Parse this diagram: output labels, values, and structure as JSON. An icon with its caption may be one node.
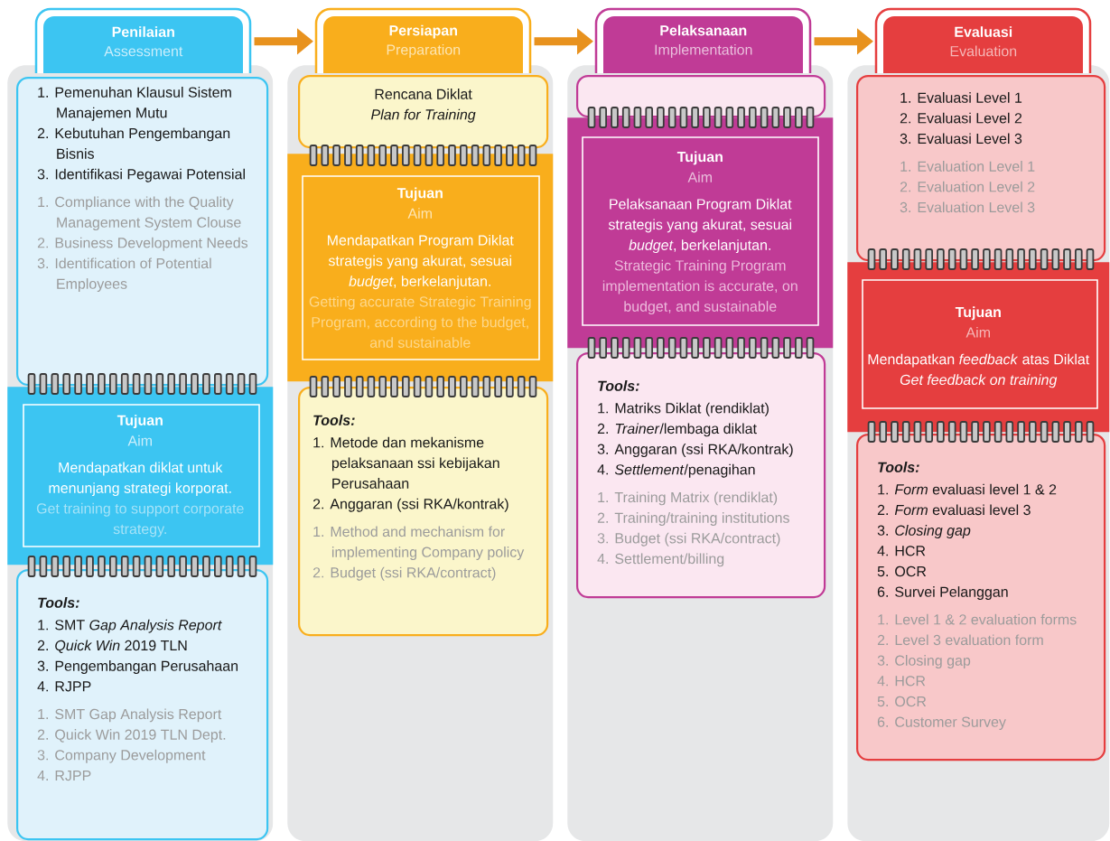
{
  "diagram": {
    "nodes": [
      {
        "text": [
          "Penilaian",
          "Assessment"
        ]
      },
      {
        "text": [],
        "shape": "box"
      },
      {
        "text": [
          "1. Pemenuhan Klausul Sistem Manajemen Mutu",
          "2. Kebutuhan Pengembangan Bisnis",
          "3. Identifikasi Pegawai Potensial",
          "1. Compliance with the Quality Management System Clouse",
          "2. Business Development Needs",
          "3. Identification of Potential Employees"
        ],
        "in": 1
      },
      {
        "text": [
          "Tujuan",
          "Aim",
          "Mendapatkan diklat untuk menunjang strategi korporat.",
          "Get training to support corporate strategy."
        ],
        "in": 1
      },
      {
        "text": [
          "Tools:",
          "1. SMT *Gap Analysis Report*",
          "2. *Quick Win* 2019 TLN",
          "3. Pengembangan Perusahaan",
          "4. RJPP",
          "1. SMT Gap Analysis Report",
          "2. Quick Win 2019 TLN Dept.",
          "3. Company Development",
          "4. RJPP"
        ],
        "in": 1
      },
      {
        "text": [
          "Persiapan",
          "Preparation"
        ]
      },
      {
        "text": [],
        "shape": "box"
      },
      {
        "text": [
          "Rencana Diklat",
          "Plan for Training"
        ],
        "in": 6
      },
      {
        "text": [
          "Tujuan",
          "Aim",
          "Mendapatkan Program Diklat strategis yang akurat, sesuai *budget*, berkelanjutan.",
          "Getting accurate Strategic Training Program, according to the budget, and sustainable"
        ],
        "in": 6
      },
      {
        "text": [
          "Tools:",
          "1. Metode dan mekanisme pelaksanaan ssi kebijakan Perusahaan",
          "2. Anggaran (ssi RKA/kontrak)",
          "1. Method and mechanism for implementing Company policy",
          "2. Budget (ssi RKA/contract)"
        ],
        "in": 6
      },
      {
        "text": [
          "Pelaksanaan",
          "Implementation"
        ]
      },
      {
        "text": [],
        "shape": "box"
      },
      {
        "text": [],
        "shape": "box",
        "in": 11
      },
      {
        "text": [
          "Tujuan",
          "Aim",
          "Pelaksanaan Program Diklat strategis yang akurat, sesuai *budget*, berkelanjutan.",
          "Strategic Training Program implementation is accurate, on budget, and sustainable"
        ],
        "in": 11
      },
      {
        "text": [
          "Tools:",
          "1. Matriks Diklat (rendiklat)",
          "2. *Trainer*/lembaga diklat",
          "3. Anggaran (ssi RKA/kontrak)",
          "4. *Settlement*/penagihan",
          "1. Training Matrix (rendiklat)",
          "2. Training/training institutions",
          "3. Budget (ssi RKA/contract)",
          "4. Settlement/billing"
        ],
        "in": 11
      },
      {
        "text": [
          "Evaluasi",
          "Evaluation"
        ]
      },
      {
        "text": [],
        "shape": "box"
      },
      {
        "text": [
          "1. Evaluasi Level 1",
          "2. Evaluasi Level 2",
          "3. Evaluasi Level 3",
          "1. Evaluation Level 1",
          "2. Evaluation Level 2",
          "3. Evaluation Level 3"
        ],
        "in": 16
      },
      {
        "text": [
          "Tujuan",
          "Aim",
          "Mendapatkan *feedback* atas Diklat",
          "Get feedback on training"
        ],
        "in": 16
      },
      {
        "text": [
          "Tools:",
          "1. *Form* evaluasi level 1 & 2",
          "2. *Form* evaluasi level 3",
          "3. *Closing gap*",
          "4. HCR",
          "5. OCR",
          "6. Survei Pelanggan",
          "1. Level 1 & 2 evaluation forms",
          "2. Level 3 evaluation form",
          "3. Closing gap",
          "4. HCR",
          "5. OCR",
          "6. Customer Survey"
        ],
        "in": 16
      }
    ],
    "edges": [
      {
        "from": 0,
        "to": 5,
        "arrow": "to"
      },
      {
        "from": 5,
        "to": 10,
        "arrow": "to"
      },
      {
        "from": 10,
        "to": 15,
        "arrow": "to"
      }
    ]
  }
}
